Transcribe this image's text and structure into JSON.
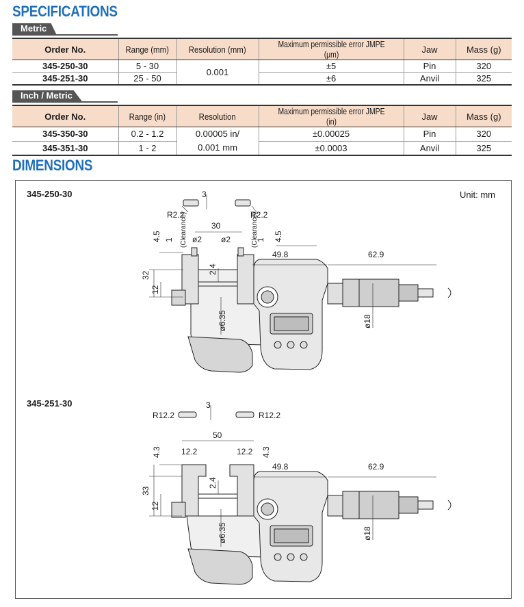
{
  "spec_title": "SPECIFICATIONS",
  "metric": {
    "tab": "Metric",
    "headers": [
      "Order No.",
      "Range (mm)",
      "Resolution (mm)",
      "Maximum permissible error JMPE (μm)",
      "Jaw",
      "Mass (g)"
    ],
    "rows": [
      {
        "order": "345-250-30",
        "range": "5 - 30",
        "error": "±5",
        "jaw": "Pin",
        "mass": "320"
      },
      {
        "order": "345-251-30",
        "range": "25 - 50",
        "error": "±6",
        "jaw": "Anvil",
        "mass": "325"
      }
    ],
    "resolution": "0.001"
  },
  "inch": {
    "tab": "Inch / Metric",
    "headers": [
      "Order No.",
      "Range (in)",
      "Resolution",
      "Maximum permissible error JMPE (in)",
      "Jaw",
      "Mass (g)"
    ],
    "rows": [
      {
        "order": "345-350-30",
        "range": "0.2 - 1.2",
        "error": "±0.00025",
        "jaw": "Pin",
        "mass": "320"
      },
      {
        "order": "345-351-30",
        "range": "1 - 2",
        "error": "±0.0003",
        "jaw": "Anvil",
        "mass": "325"
      }
    ],
    "resolution_line1": "0.00005 in/",
    "resolution_line2": "0.001 mm"
  },
  "dim_title": "DIMENSIONS",
  "unit": "Unit: mm",
  "drawing1": {
    "model": "345-250-30",
    "dims": {
      "d3": "3",
      "r_left": "R2.2",
      "r_right": "R2.2",
      "d30": "30",
      "clear": "(Clearance)",
      "d45a": "4.5",
      "d45b": "4.5",
      "d1a": "1",
      "d1b": "1",
      "phi2a": "ø2",
      "phi2b": "ø2",
      "d32": "32",
      "d12": "12",
      "d24": "2.4",
      "d635": "ø6.35",
      "d498": "49.8",
      "d629": "62.9",
      "d18": "ø18"
    }
  },
  "drawing2": {
    "model": "345-251-30",
    "dims": {
      "d3": "3",
      "r_left": "R12.2",
      "r_right": "R12.2",
      "d50": "50",
      "d43a": "4.3",
      "d43b": "4.3",
      "d122a": "12.2",
      "d122b": "12.2",
      "d33": "33",
      "d12": "12",
      "d24": "2.4",
      "d635": "ø6.35",
      "d498": "49.8",
      "d629": "62.9",
      "d18": "ø18"
    }
  }
}
